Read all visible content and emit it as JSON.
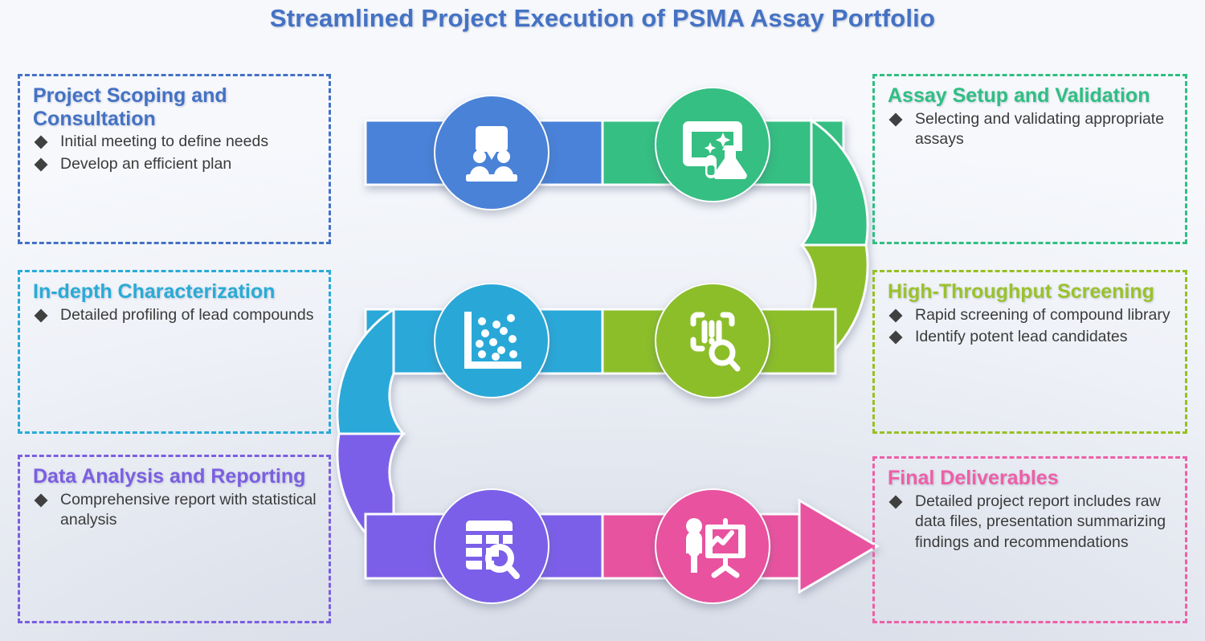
{
  "title": "Streamlined Project Execution of PSMA Assay Portfolio",
  "colors": {
    "title": "#4472c4",
    "blue": "#4472c4",
    "green": "#2fbf82",
    "cyan": "#29abd6",
    "olive": "#9ac22b",
    "purple": "#7b5fe0",
    "pink": "#ee5fa7",
    "background": "#e4e8f0",
    "bullet": "#404040"
  },
  "steps": [
    {
      "id": "project-scoping",
      "heading": "Project Scoping and Consultation",
      "color": "#4472c4",
      "icon": "meeting-people-icon",
      "bullets": [
        "Initial meeting to define needs",
        "Develop an efficient plan"
      ]
    },
    {
      "id": "assay-setup",
      "heading": "Assay Setup and Validation",
      "color": "#2fbf82",
      "icon": "lab-browser-flask-icon",
      "bullets": [
        "Selecting and validating appropriate assays"
      ]
    },
    {
      "id": "high-throughput-screening",
      "heading": "High-Throughput Screening",
      "color": "#9ac22b",
      "icon": "barcode-scan-search-icon",
      "bullets": [
        "Rapid screening of compound library",
        "Identify potent lead candidates"
      ]
    },
    {
      "id": "in-depth-characterization",
      "heading": "In-depth Characterization",
      "color": "#29abd6",
      "icon": "scatter-plot-icon",
      "bullets": [
        "Detailed profiling of lead compounds"
      ]
    },
    {
      "id": "data-analysis",
      "heading": "Data Analysis and Reporting",
      "color": "#7b5fe0",
      "icon": "table-search-icon",
      "bullets": [
        "Comprehensive report with statistical analysis"
      ]
    },
    {
      "id": "final-deliverables",
      "heading": "Final Deliverables",
      "color": "#ee5fa7",
      "icon": "presentation-person-icon",
      "bullets": [
        "Detailed project report includes raw data files, presentation summarizing findings and recommendations"
      ]
    }
  ]
}
